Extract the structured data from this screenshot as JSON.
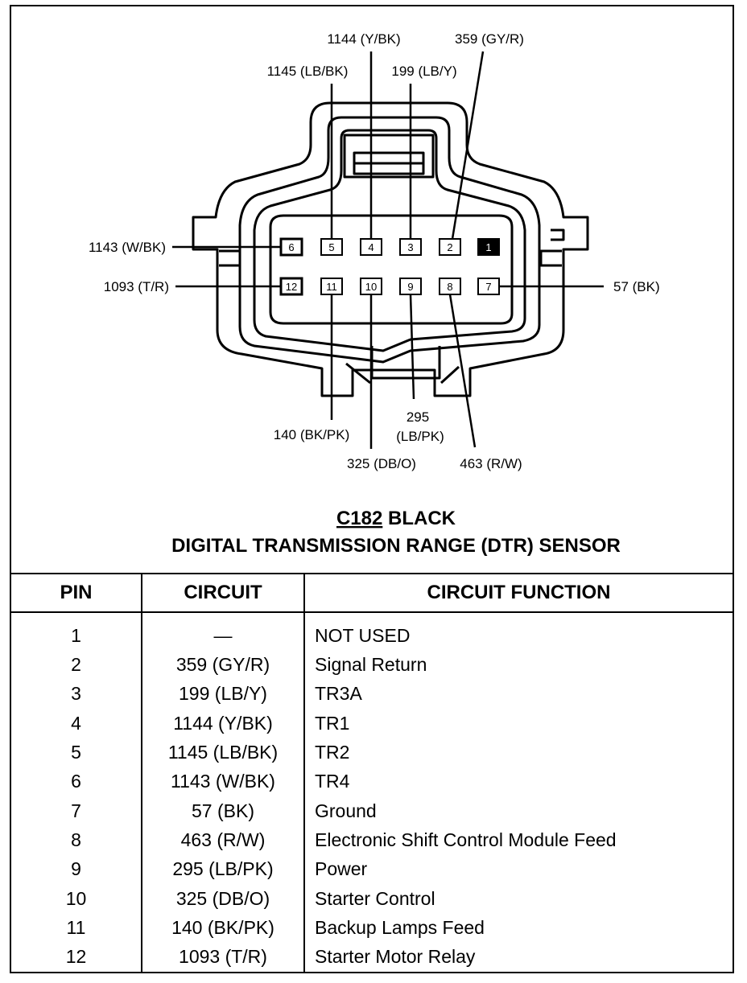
{
  "connector": {
    "id": "C182",
    "color": "BLACK",
    "name": "DIGITAL TRANSMISSION RANGE (DTR) SENSOR",
    "top_row_pins": [
      "6",
      "5",
      "4",
      "3",
      "2",
      "1"
    ],
    "bottom_row_pins": [
      "12",
      "11",
      "10",
      "9",
      "8",
      "7"
    ],
    "filled_pin": "1",
    "labels": {
      "pin2": "359 (GY/R)",
      "pin3": "199 (LB/Y)",
      "pin4": "1144 (Y/BK)",
      "pin5": "1145 (LB/BK)",
      "pin6": "1143 (W/BK)",
      "pin7": "57 (BK)",
      "pin8": "463 (R/W)",
      "pin9_line1": "295",
      "pin9_line2": "(LB/PK)",
      "pin10": "325 (DB/O)",
      "pin11": "140 (BK/PK)",
      "pin12": "1093 (T/R)"
    }
  },
  "table": {
    "headers": [
      "PIN",
      "CIRCUIT",
      "CIRCUIT FUNCTION"
    ],
    "rows": [
      {
        "pin": "1",
        "circuit": "—",
        "function": "NOT USED"
      },
      {
        "pin": "2",
        "circuit": "359 (GY/R)",
        "function": "Signal Return"
      },
      {
        "pin": "3",
        "circuit": "199 (LB/Y)",
        "function": "TR3A"
      },
      {
        "pin": "4",
        "circuit": "1144 (Y/BK)",
        "function": "TR1"
      },
      {
        "pin": "5",
        "circuit": "1145 (LB/BK)",
        "function": "TR2"
      },
      {
        "pin": "6",
        "circuit": "1143 (W/BK)",
        "function": "TR4"
      },
      {
        "pin": "7",
        "circuit": "57 (BK)",
        "function": "Ground"
      },
      {
        "pin": "8",
        "circuit": "463 (R/W)",
        "function": "Electronic Shift Control Module Feed"
      },
      {
        "pin": "9",
        "circuit": "295 (LB/PK)",
        "function": "Power"
      },
      {
        "pin": "10",
        "circuit": "325 (DB/O)",
        "function": "Starter Control"
      },
      {
        "pin": "11",
        "circuit": "140 (BK/PK)",
        "function": "Backup Lamps Feed"
      },
      {
        "pin": "12",
        "circuit": "1093 (T/R)",
        "function": "Starter Motor Relay"
      }
    ]
  }
}
